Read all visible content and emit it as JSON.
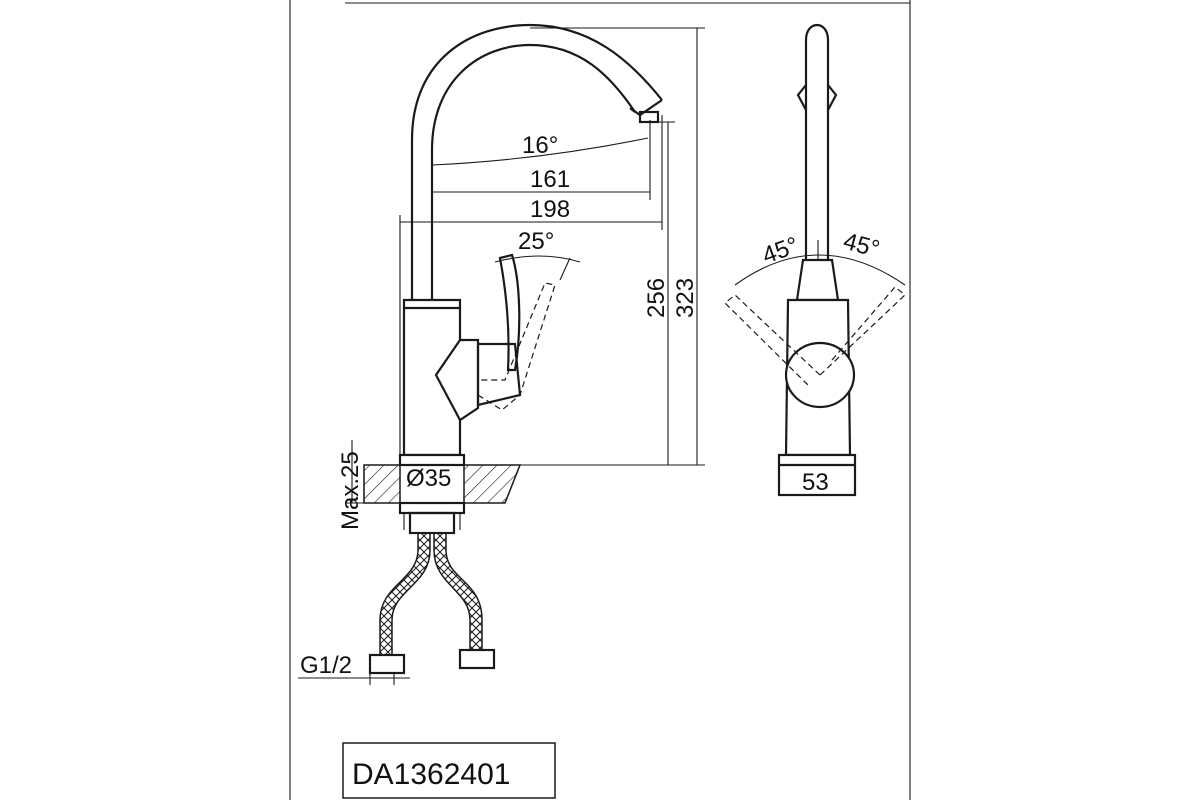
{
  "drawing": {
    "model": "DA1362401",
    "dimensions": {
      "spout_angle": "16°",
      "spout_reach_inner": "161",
      "spout_reach_outer": "198",
      "handle_angle": "25°",
      "aerator_height": "256",
      "total_height": "323",
      "swivel_left": "45°",
      "swivel_right": "45°",
      "base_width": "53",
      "mount_hole": "Ø35",
      "max_thickness": "Max.25",
      "hose_thread": "G1/2"
    }
  }
}
